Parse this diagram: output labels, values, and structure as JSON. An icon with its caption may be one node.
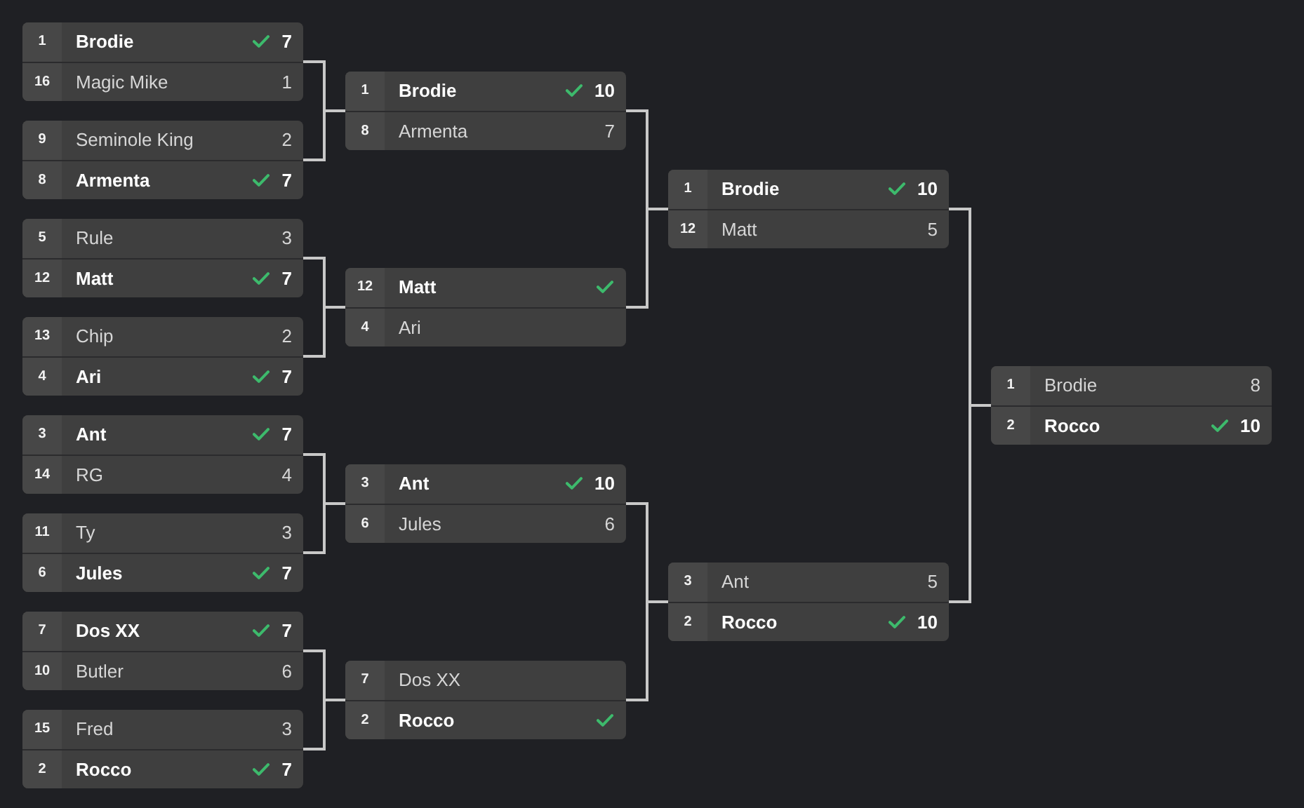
{
  "diagram": {
    "nodes": [
      {
        "text": [],
        "shape": "box"
      },
      {
        "text": [
          "1",
          "Brodie",
          "7"
        ],
        "in": 0
      },
      {
        "text": [
          "16",
          "Magic Mike",
          "1"
        ],
        "in": 0
      },
      {
        "text": [],
        "shape": "box"
      },
      {
        "text": [
          "9",
          "Seminole King",
          "2"
        ],
        "in": 3
      },
      {
        "text": [
          "8",
          "Armenta",
          "7"
        ],
        "in": 3
      },
      {
        "text": [],
        "shape": "box"
      },
      {
        "text": [
          "5",
          "Rule",
          "3"
        ],
        "in": 6
      },
      {
        "text": [
          "12",
          "Matt",
          "7"
        ],
        "in": 6
      },
      {
        "text": [],
        "shape": "box"
      },
      {
        "text": [
          "13",
          "Chip",
          "2"
        ],
        "in": 9
      },
      {
        "text": [
          "4",
          "Ari",
          "7"
        ],
        "in": 9
      },
      {
        "text": [],
        "shape": "box"
      },
      {
        "text": [
          "3",
          "Ant",
          "7"
        ],
        "in": 12
      },
      {
        "text": [
          "14",
          "RG",
          "4"
        ],
        "in": 12
      },
      {
        "text": [],
        "shape": "box"
      },
      {
        "text": [
          "11",
          "Ty",
          "3"
        ],
        "in": 15
      },
      {
        "text": [
          "6",
          "Jules",
          "7"
        ],
        "in": 15
      },
      {
        "text": [],
        "shape": "box"
      },
      {
        "text": [
          "7",
          "Dos XX",
          "7"
        ],
        "in": 18
      },
      {
        "text": [
          "10",
          "Butler",
          "6"
        ],
        "in": 18
      },
      {
        "text": [],
        "shape": "box"
      },
      {
        "text": [
          "15",
          "Fred",
          "3"
        ],
        "in": 21
      },
      {
        "text": [
          "2",
          "Rocco",
          "7"
        ],
        "in": 21
      },
      {
        "text": [],
        "shape": "box"
      },
      {
        "text": [
          "1",
          "Brodie",
          "10"
        ],
        "in": 24
      },
      {
        "text": [
          "8",
          "Armenta",
          "7"
        ],
        "in": 24
      },
      {
        "text": [],
        "shape": "box"
      },
      {
        "text": [
          "12",
          "Matt"
        ],
        "in": 27
      },
      {
        "text": [
          "4",
          "Ari"
        ],
        "in": 27
      },
      {
        "text": [],
        "shape": "box"
      },
      {
        "text": [
          "3",
          "Ant",
          "10"
        ],
        "in": 30
      },
      {
        "text": [
          "6",
          "Jules",
          "6"
        ],
        "in": 30
      },
      {
        "text": [],
        "shape": "box"
      },
      {
        "text": [
          "7",
          "Dos XX"
        ],
        "in": 33
      },
      {
        "text": [
          "2",
          "Rocco"
        ],
        "in": 33
      },
      {
        "text": [],
        "shape": "box"
      },
      {
        "text": [
          "1",
          "Brodie",
          "10"
        ],
        "in": 36
      },
      {
        "text": [
          "12",
          "Matt",
          "5"
        ],
        "in": 36
      },
      {
        "text": [],
        "shape": "box"
      },
      {
        "text": [
          "3",
          "Ant",
          "5"
        ],
        "in": 39
      },
      {
        "text": [
          "2",
          "Rocco",
          "10"
        ],
        "in": 39
      },
      {
        "text": [],
        "shape": "box"
      },
      {
        "text": [
          "1",
          "Brodie",
          "8"
        ],
        "in": 42
      },
      {
        "text": [
          "2",
          "Rocco",
          "10"
        ],
        "in": 42
      }
    ],
    "edges": [
      {
        "from": 0,
        "to": 24,
        "arrow": "none"
      },
      {
        "from": 3,
        "to": 24,
        "arrow": "none"
      },
      {
        "from": 6,
        "to": 27,
        "arrow": "none"
      },
      {
        "from": 9,
        "to": 27,
        "arrow": "none"
      },
      {
        "from": 12,
        "to": 30,
        "arrow": "none"
      },
      {
        "from": 15,
        "to": 30,
        "arrow": "none"
      },
      {
        "from": 18,
        "to": 33,
        "arrow": "none"
      },
      {
        "from": 21,
        "to": 33,
        "arrow": "none"
      },
      {
        "from": 24,
        "to": 36,
        "arrow": "none"
      },
      {
        "from": 27,
        "to": 36,
        "arrow": "none"
      },
      {
        "from": 30,
        "to": 39,
        "arrow": "none"
      },
      {
        "from": 33,
        "to": 39,
        "arrow": "none"
      },
      {
        "from": 36,
        "to": 42,
        "arrow": "none"
      },
      {
        "from": 39,
        "to": 42,
        "arrow": "none"
      }
    ]
  }
}
